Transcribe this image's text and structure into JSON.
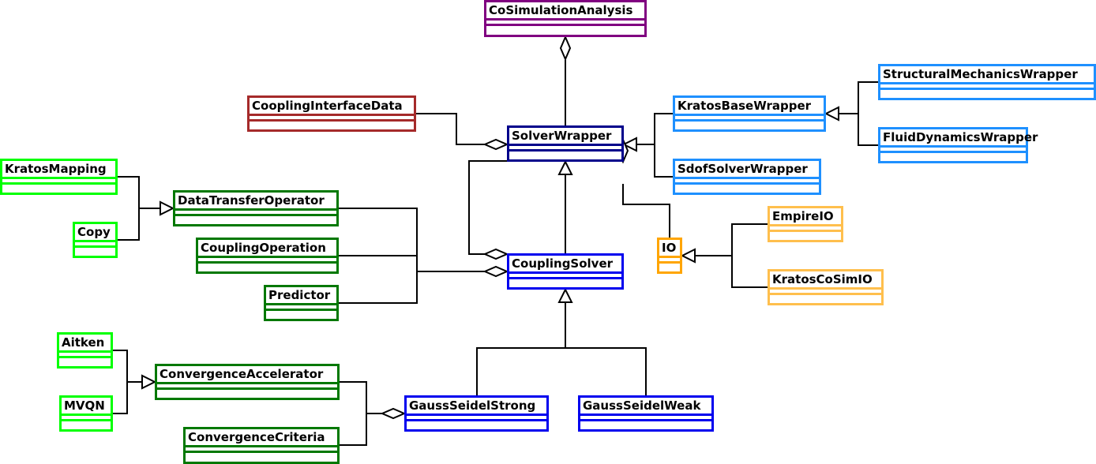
{
  "diagram": {
    "type": "UML class diagram",
    "colors": {
      "purple": "#800080",
      "darkred": "#a52a2a",
      "navy": "#00008b",
      "blue": "#0000ee",
      "skyblue": "#1e90ff",
      "darkgreen": "#007800",
      "lime": "#00ff00",
      "orange": "#ffa500",
      "lightorange": "#ffbf4d",
      "line": "#000000"
    },
    "classes": [
      {
        "id": "CoSimulationAnalysis",
        "label": "CoSimulationAnalysis",
        "color": "purple"
      },
      {
        "id": "CooplingInterfaceData",
        "label": "CooplingInterfaceData",
        "color": "darkred"
      },
      {
        "id": "SolverWrapper",
        "label": "SolverWrapper",
        "color": "navy"
      },
      {
        "id": "KratosBaseWrapper",
        "label": "KratosBaseWrapper",
        "color": "skyblue"
      },
      {
        "id": "SdofSolverWrapper",
        "label": "SdofSolverWrapper",
        "color": "skyblue"
      },
      {
        "id": "StructuralMechanicsWrapper",
        "label": "StructuralMechanicsWrapper",
        "color": "skyblue"
      },
      {
        "id": "FluidDynamicsWrapper",
        "label": "FluidDynamicsWrapper",
        "color": "skyblue"
      },
      {
        "id": "KratosMapping",
        "label": "KratosMapping",
        "color": "lime"
      },
      {
        "id": "Copy",
        "label": "Copy",
        "color": "lime"
      },
      {
        "id": "DataTransferOperator",
        "label": "DataTransferOperator",
        "color": "darkgreen"
      },
      {
        "id": "CouplingOperation",
        "label": "CouplingOperation",
        "color": "darkgreen"
      },
      {
        "id": "Predictor",
        "label": "Predictor",
        "color": "darkgreen"
      },
      {
        "id": "CouplingSolver",
        "label": "CouplingSolver",
        "color": "blue"
      },
      {
        "id": "IO",
        "label": "IO",
        "color": "orange"
      },
      {
        "id": "EmpireIO",
        "label": "EmpireIO",
        "color": "lightorange"
      },
      {
        "id": "KratosCoSimIO",
        "label": "KratosCoSimIO",
        "color": "lightorange"
      },
      {
        "id": "Aitken",
        "label": "Aitken",
        "color": "lime"
      },
      {
        "id": "MVQN",
        "label": "MVQN",
        "color": "lime"
      },
      {
        "id": "ConvergenceAccelerator",
        "label": "ConvergenceAccelerator",
        "color": "darkgreen"
      },
      {
        "id": "ConvergenceCriteria",
        "label": "ConvergenceCriteria",
        "color": "darkgreen"
      },
      {
        "id": "GaussSeidelStrong",
        "label": "GaussSeidelStrong",
        "color": "blue"
      },
      {
        "id": "GaussSeidelWeak",
        "label": "GaussSeidelWeak",
        "color": "blue"
      }
    ],
    "relations": [
      {
        "type": "aggregation",
        "from": "SolverWrapper",
        "to": "CoSimulationAnalysis"
      },
      {
        "type": "aggregation",
        "from": "CooplingInterfaceData",
        "to": "SolverWrapper"
      },
      {
        "type": "inheritance",
        "from": "KratosBaseWrapper",
        "to": "SolverWrapper"
      },
      {
        "type": "inheritance",
        "from": "SdofSolverWrapper",
        "to": "SolverWrapper"
      },
      {
        "type": "inheritance",
        "from": "StructuralMechanicsWrapper",
        "to": "KratosBaseWrapper"
      },
      {
        "type": "inheritance",
        "from": "FluidDynamicsWrapper",
        "to": "KratosBaseWrapper"
      },
      {
        "type": "inheritance",
        "from": "CouplingSolver",
        "to": "SolverWrapper"
      },
      {
        "type": "aggregation",
        "from": "SolverWrapper",
        "to": "CouplingSolver"
      },
      {
        "type": "aggregation",
        "from": "IO",
        "to": "SolverWrapper"
      },
      {
        "type": "inheritance",
        "from": "EmpireIO",
        "to": "IO"
      },
      {
        "type": "inheritance",
        "from": "KratosCoSimIO",
        "to": "IO"
      },
      {
        "type": "inheritance",
        "from": "KratosMapping",
        "to": "DataTransferOperator"
      },
      {
        "type": "inheritance",
        "from": "Copy",
        "to": "DataTransferOperator"
      },
      {
        "type": "aggregation",
        "from": "DataTransferOperator",
        "to": "CouplingSolver"
      },
      {
        "type": "aggregation",
        "from": "CouplingOperation",
        "to": "CouplingSolver"
      },
      {
        "type": "aggregation",
        "from": "Predictor",
        "to": "CouplingSolver"
      },
      {
        "type": "inheritance",
        "from": "GaussSeidelStrong",
        "to": "CouplingSolver"
      },
      {
        "type": "inheritance",
        "from": "GaussSeidelWeak",
        "to": "CouplingSolver"
      },
      {
        "type": "inheritance",
        "from": "Aitken",
        "to": "ConvergenceAccelerator"
      },
      {
        "type": "inheritance",
        "from": "MVQN",
        "to": "ConvergenceAccelerator"
      },
      {
        "type": "aggregation",
        "from": "ConvergenceAccelerator",
        "to": "GaussSeidelStrong"
      },
      {
        "type": "aggregation",
        "from": "ConvergenceCriteria",
        "to": "GaussSeidelStrong"
      }
    ]
  }
}
